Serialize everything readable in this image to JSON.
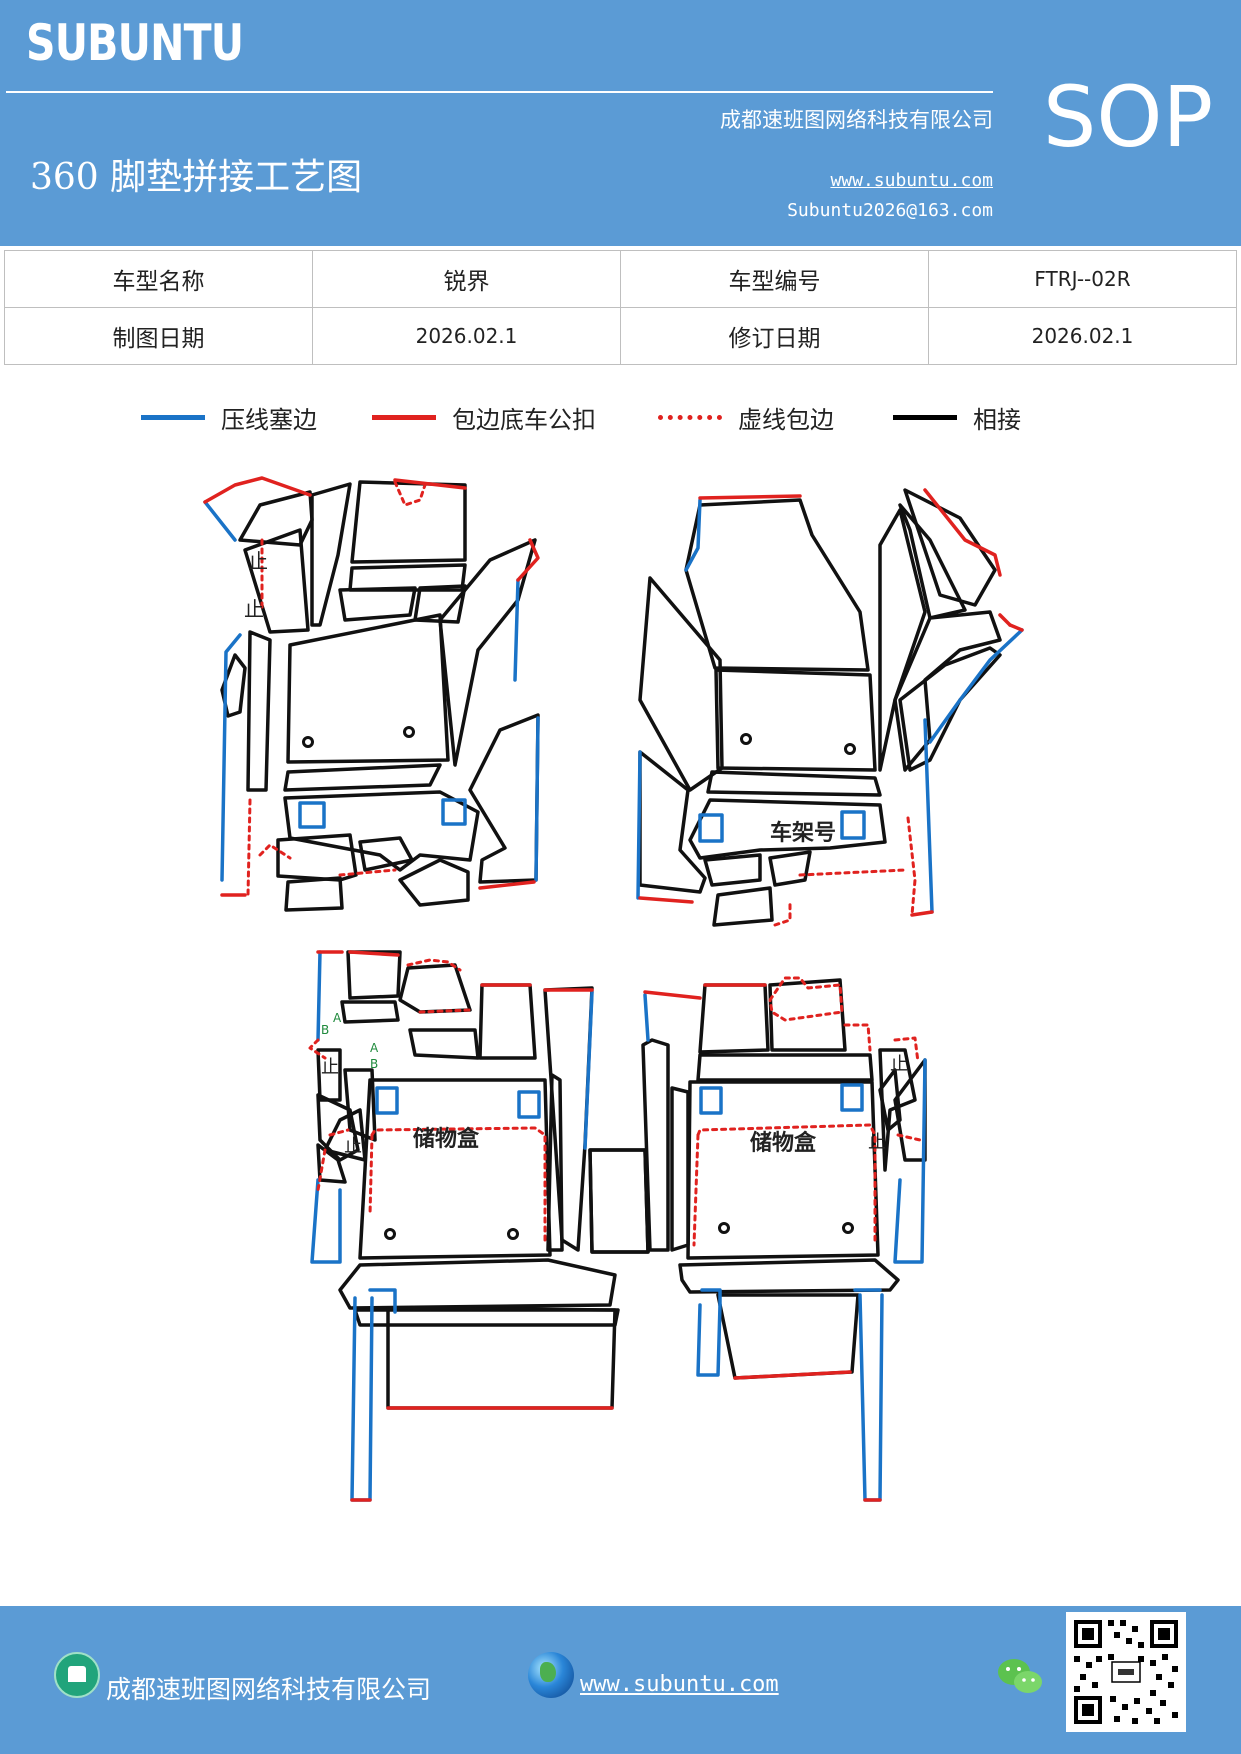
{
  "header": {
    "brand": "SUBUNTU",
    "company": "成都速班图网络科技有限公司",
    "title": "360 脚垫拼接工艺图",
    "website": "www.subuntu.com",
    "email": "Subuntu2026@163.com",
    "badge": "SOP"
  },
  "info": {
    "model_name_label": "车型名称",
    "model_name": "锐界",
    "model_code_label": "车型编号",
    "model_code": "FTRJ--02R",
    "draw_date_label": "制图日期",
    "draw_date": "2026.02.1",
    "revise_date_label": "修订日期",
    "revise_date": "2026.02.1"
  },
  "legend": [
    {
      "label": "压线塞边",
      "color": "#1a73c7",
      "style": "solid"
    },
    {
      "label": "包边底车公扣",
      "color": "#e0221f",
      "style": "solid"
    },
    {
      "label": "虚线包边",
      "color": "#e0221f",
      "style": "dotted"
    },
    {
      "label": "相接",
      "color": "#000000",
      "style": "solid"
    }
  ],
  "labels": {
    "stop": "止",
    "frame_number": "车架号",
    "storage_box": "储物盒",
    "mark_a": "A",
    "mark_b": "B"
  },
  "footer": {
    "company": "成都速班图网络科技有限公司",
    "website": "www.subuntu.com"
  },
  "icons": [
    "building-icon",
    "globe-icon",
    "wechat-icon",
    "qr-code"
  ]
}
